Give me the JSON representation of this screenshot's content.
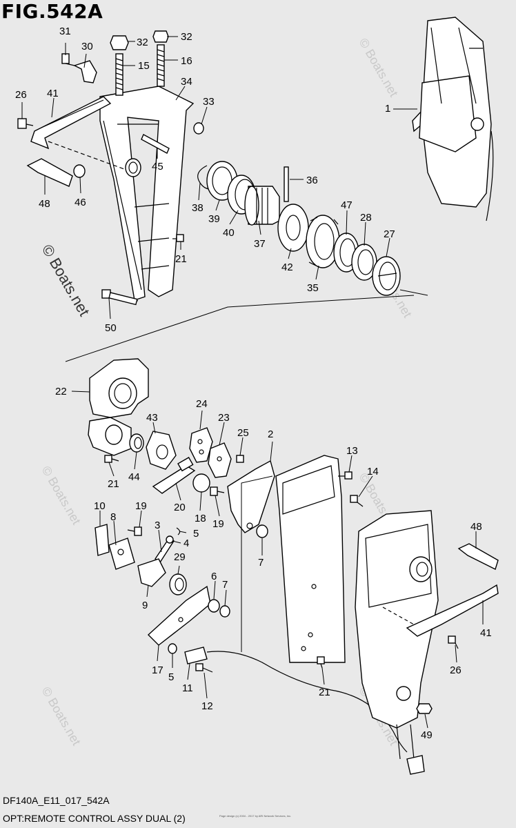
{
  "header": {
    "title": "FIG.542A"
  },
  "footer": {
    "code": "DF140A_E11_017_542A",
    "caption": "OPT:REMOTE CONTROL ASSY DUAL (2)",
    "copyright": "Page design (c) 2004 - 2017 by ARI Network Services, Inc."
  },
  "watermark": {
    "text": "© Boats.net"
  },
  "parts": {
    "p1": "1",
    "p2": "2",
    "p3": "3",
    "p4": "4",
    "p5a": "5",
    "p5b": "5",
    "p6": "6",
    "p7a": "7",
    "p7b": "7",
    "p8": "8",
    "p9": "9",
    "p10": "10",
    "p11": "11",
    "p12": "12",
    "p13": "13",
    "p14": "14",
    "p15": "15",
    "p16": "16",
    "p17": "17",
    "p18": "18",
    "p19a": "19",
    "p19b": "19",
    "p20": "20",
    "p21a": "21",
    "p21b": "21",
    "p21c": "21",
    "p22": "22",
    "p23": "23",
    "p24": "24",
    "p25": "25",
    "p26a": "26",
    "p26b": "26",
    "p27": "27",
    "p28": "28",
    "p29": "29",
    "p30": "30",
    "p31": "31",
    "p32a": "32",
    "p32b": "32",
    "p33": "33",
    "p34": "34",
    "p35": "35",
    "p36": "36",
    "p37": "37",
    "p38": "38",
    "p39": "39",
    "p40": "40",
    "p41a": "41",
    "p41b": "41",
    "p42": "42",
    "p43": "43",
    "p44": "44",
    "p45": "45",
    "p46": "46",
    "p47": "47",
    "p48a": "48",
    "p48b": "48",
    "p49": "49",
    "p50": "50"
  }
}
